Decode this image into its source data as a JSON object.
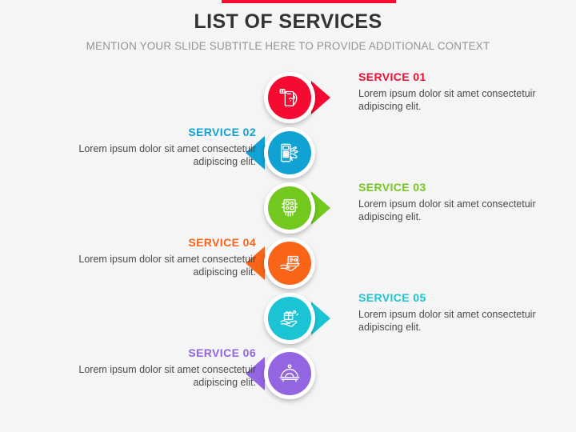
{
  "slide": {
    "title": "LIST OF SERVICES",
    "subtitle": "MENTION YOUR SLIDE SUBTITLE HERE TO PROVIDE ADDITIONAL CONTEXT",
    "accent_bar_color": "#f50a32",
    "background_color": "#f5f5f5",
    "title_color": "#333333",
    "subtitle_color": "#949494"
  },
  "services": [
    {
      "title": "SERVICE 01",
      "description": "Lorem ipsum dolor sit amet consectetuir adipiscing elit.",
      "color": "#f50a32",
      "side": "right",
      "arrow": "arrow-right",
      "icon": "mobile-payment-icon"
    },
    {
      "title": "SERVICE 02",
      "description": "Lorem ipsum dolor sit amet consectetuir adipiscing elit.",
      "color": "#11a2d4",
      "side": "left",
      "arrow": "arrow-left",
      "icon": "card-terminal-icon"
    },
    {
      "title": "SERVICE 03",
      "description": "Lorem ipsum dolor sit amet consectetuir adipiscing elit.",
      "color": "#72c81e",
      "side": "right",
      "arrow": "arrow-right",
      "icon": "chip-processor-icon"
    },
    {
      "title": "SERVICE 04",
      "description": "Lorem ipsum dolor sit amet consectetuir adipiscing elit.",
      "color": "#f96418",
      "side": "left",
      "arrow": "arrow-left",
      "icon": "laptop-hand-icon"
    },
    {
      "title": "SERVICE 05",
      "description": "Lorem ipsum dolor sit amet consectetuir adipiscing elit.",
      "color": "#1bc4d4",
      "side": "right",
      "arrow": "arrow-right",
      "icon": "hand-gift-icon"
    },
    {
      "title": "SERVICE 06",
      "description": "Lorem ipsum dolor sit amet consectetuir adipiscing elit.",
      "color": "#9365e0",
      "side": "left",
      "arrow": "arrow-left",
      "icon": "food-cloche-icon"
    }
  ]
}
